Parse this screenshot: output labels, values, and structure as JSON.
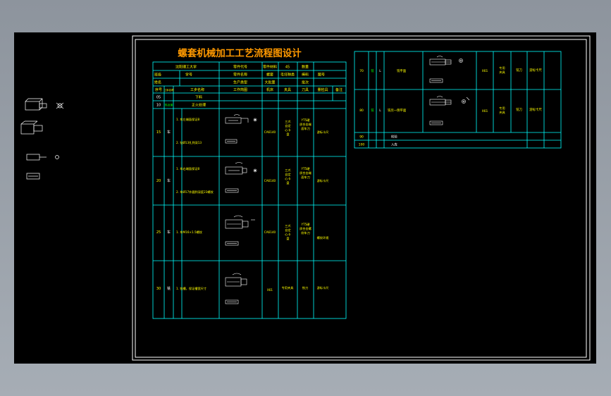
{
  "title": "螺套机械加工工艺流程图设计",
  "colors": {
    "background": "#000000",
    "frame": "#ffffff",
    "table_lines": "#00ffff",
    "title_text": "#ff9900",
    "yellow_text": "#ffff00",
    "cyan_text": "#00ffff",
    "green_text": "#00ff00",
    "part_drawing": "#ffffff"
  },
  "header": {
    "row1": [
      "沈阳理工大学",
      "零件代号",
      "零件材料",
      "45",
      "数量"
    ],
    "row2": [
      "班级",
      "",
      "学号",
      "",
      "零件名称",
      "螺套",
      "毛坯种类",
      "棒料",
      "图号"
    ],
    "row3": [
      "姓名",
      "",
      "生产类型",
      "大批量",
      "",
      "批次"
    ],
    "columns": [
      "序号",
      "工序名称",
      "工步名称",
      "工作简图",
      "机床",
      "夹具",
      "刀具",
      "量检具",
      "备注"
    ]
  },
  "intro_rows": [
    {
      "no": "05",
      "text": "下料"
    },
    {
      "no": "10",
      "name": "热处理",
      "text": "正火处理"
    }
  ],
  "left_rows": [
    {
      "no": "15",
      "name": "车",
      "steps": [
        "1.  车左端面保证8",
        "2.  钻Ø13孔到深13"
      ],
      "machine": "CA6140",
      "fixture": "三爪自定心卡盘",
      "tool": "YT5硬质合金端面车刀",
      "gauge": "游标卡尺"
    },
    {
      "no": "20",
      "name": "车",
      "steps": [
        "1.  车右端面保证8",
        "2.  车Ø17外圆到深度23螺纹"
      ],
      "machine": "CA6140",
      "fixture": "三爪自定心卡盘",
      "tool": "YT5硬质合金端面车刀",
      "gauge": "游标卡尺"
    },
    {
      "no": "25",
      "name": "车",
      "steps": [
        "1.  车M16×1.5螺纹"
      ],
      "machine": "CA6140",
      "fixture": "三爪自定心卡盘",
      "tool": "YT5硬质合金螺纹车刀",
      "gauge": "螺纹环规"
    },
    {
      "no": "30",
      "name": "铣",
      "steps": [
        "1.  铣槽，保证槽宽尺寸"
      ],
      "machine": "X61",
      "fixture": "专用夹具",
      "tool": "铣刀",
      "gauge": "游标卡尺"
    }
  ],
  "right_rows": [
    {
      "no": "70",
      "name": "铣",
      "step": "铣平面",
      "machine": "X61",
      "fixture": "专用夹具",
      "tool": "铣刀",
      "gauge": "游标卡尺"
    },
    {
      "no": "80",
      "name": "铣",
      "step": "铣另一侧平面",
      "machine": "X61",
      "fixture": "专用夹具",
      "tool": "铣刀",
      "gauge": "游标卡尺"
    },
    {
      "no": "90",
      "name": "检验"
    },
    {
      "no": "100",
      "name": "入库"
    }
  ]
}
